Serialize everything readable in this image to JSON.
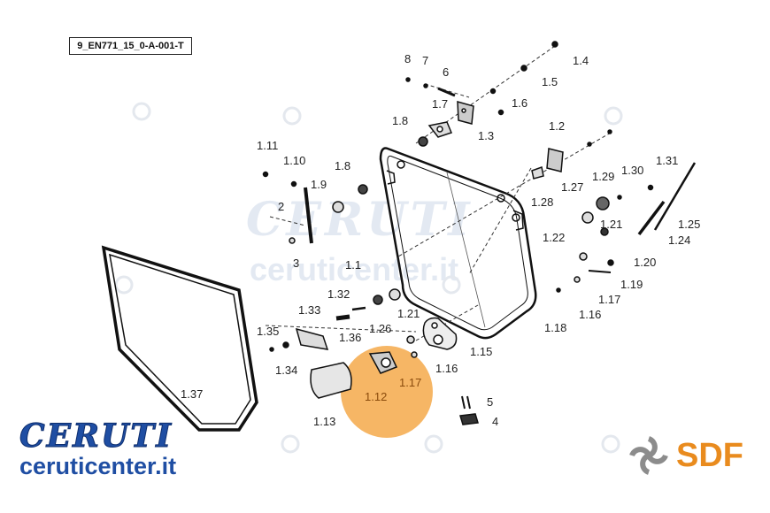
{
  "drawing_ref": "9_EN771_15_0-A-001-T",
  "brand": {
    "name": "CERUTI",
    "url": "ceruticenter.it",
    "color": "#1f4ea3"
  },
  "sdf": {
    "text": "SDF",
    "color": "#e98b1e"
  },
  "watermark": {
    "name": "CERUTI",
    "url": "ceruticenter.it"
  },
  "highlight_color": "#f5a94a",
  "callouts": {
    "c1_4": "1.4",
    "c1_5": "1.5",
    "c1_6": "1.6",
    "c1_3": "1.3",
    "c8": "8",
    "c7": "7",
    "c6": "6",
    "c1_7": "1.7",
    "c1_8a": "1.8",
    "c1_2": "1.2",
    "c1_11": "1.11",
    "c1_10": "1.10",
    "c1_8b": "1.8",
    "c1_9": "1.9",
    "c2": "2",
    "c3": "3",
    "c1_1": "1.1",
    "c1_31": "1.31",
    "c1_29": "1.29",
    "c1_30": "1.30",
    "c1_27": "1.27",
    "c1_28": "1.28",
    "c1_25": "1.25",
    "c1_24": "1.24",
    "c1_21a": "1.21",
    "c1_22": "1.22",
    "c1_20": "1.20",
    "c1_19": "1.19",
    "c1_17a": "1.17",
    "c1_16a": "1.16",
    "c1_18": "1.18",
    "c1_32": "1.32",
    "c1_33": "1.33",
    "c1_26": "1.26",
    "c1_21b": "1.21",
    "c1_35": "1.35",
    "c1_36": "1.36",
    "c1_15": "1.15",
    "c1_34": "1.34",
    "c1_16b": "1.16",
    "c1_17b": "1.17",
    "c1_12": "1.12",
    "c1_37": "1.37",
    "c1_13": "1.13",
    "c5": "5",
    "c4": "4"
  }
}
